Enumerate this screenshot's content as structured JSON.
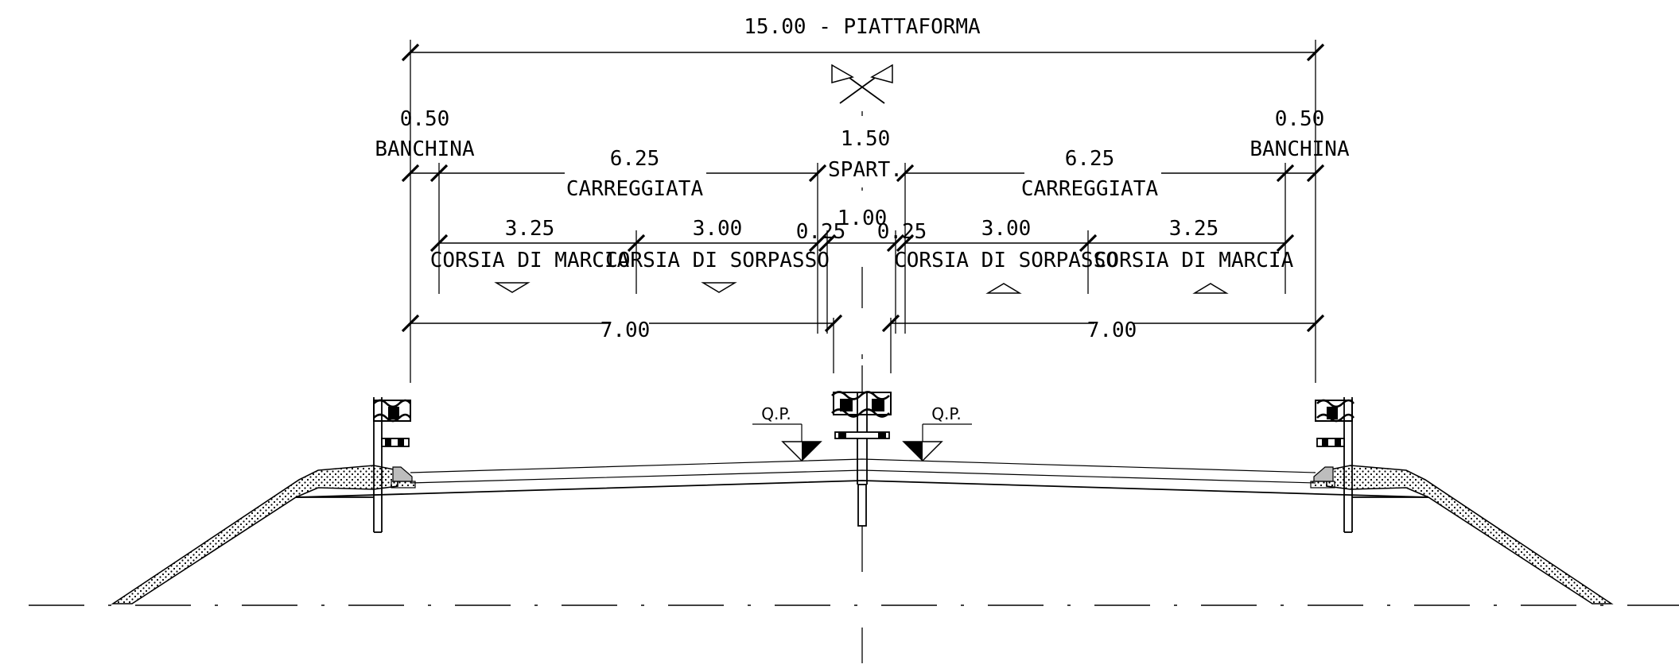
{
  "platform": {
    "label": "15.00 - PIATTAFORMA"
  },
  "shoulder_left": {
    "width": "0.50",
    "name": "BANCHINA"
  },
  "shoulder_right": {
    "width": "0.50",
    "name": "BANCHINA"
  },
  "median": {
    "width": "1.50",
    "name": "SPART.",
    "inner_width": "1.00"
  },
  "carriageway_left": {
    "width": "6.25",
    "name": "CARREGGIATA"
  },
  "carriageway_right": {
    "width": "6.25",
    "name": "CARREGGIATA"
  },
  "lanes_left": [
    {
      "width": "3.25",
      "name": "CORSIA DI MARCIA"
    },
    {
      "width": "3.00",
      "name": "CORSIA DI SORPASSO"
    }
  ],
  "lanes_right": [
    {
      "width": "3.00",
      "name": "CORSIA DI SORPASSO"
    },
    {
      "width": "3.25",
      "name": "CORSIA DI MARCIA"
    }
  ],
  "median_strips": {
    "left": "0.25",
    "right": "0.25"
  },
  "half_platform": {
    "left": "7.00",
    "right": "7.00"
  },
  "qp_markers": {
    "left": "Q.P.",
    "right": "Q.P."
  },
  "colors": {
    "ink": "#000000",
    "paper": "#ffffff",
    "barrier_fill": "#bdbdbd"
  }
}
